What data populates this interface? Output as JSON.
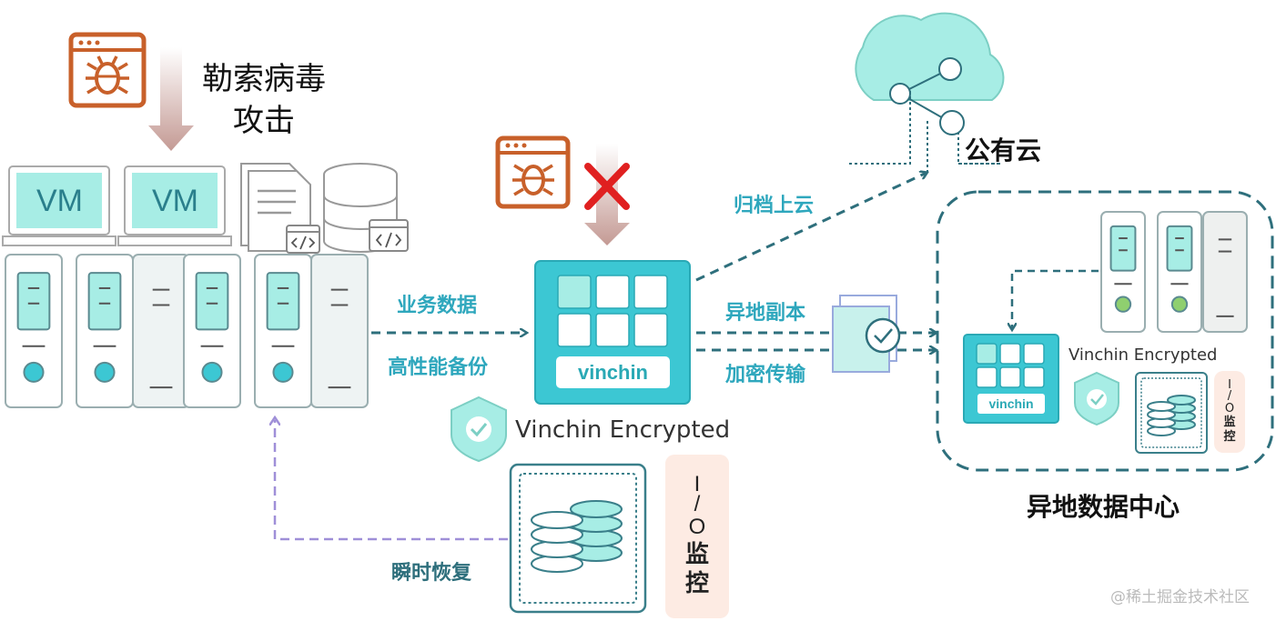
{
  "ransomware": {
    "line1": "勒索病毒",
    "line2": "攻击"
  },
  "vms": [
    {
      "label": "VM"
    },
    {
      "label": "VM"
    }
  ],
  "flows": {
    "business_data": "业务数据",
    "high_perf_backup": "高性能备份",
    "archive_cloud": "归档上云",
    "offsite_copy": "异地副本",
    "encrypted_transfer": "加密传输",
    "instant_restore": "瞬时恢复"
  },
  "public_cloud": "公有云",
  "offsite_dc": "异地数据中心",
  "appliance": {
    "logo": "vinchin"
  },
  "remote_appliance": {
    "logo": "vinchin"
  },
  "encrypted": "Vinchin Encrypted",
  "remote_encrypted": "Vinchin Encrypted",
  "io_monitor": {
    "io": [
      "I",
      "/",
      "O"
    ],
    "monitor": [
      "监",
      "控"
    ]
  },
  "remote_io_monitor": {
    "io": [
      "I",
      "/",
      "O"
    ],
    "monitor": [
      "监",
      "控"
    ]
  },
  "watermark": "@稀土掘金技术社区",
  "colors": {
    "teal": "#3cc7d3",
    "teal_light": "#a7ede5",
    "dark_line": "#2e6f7c",
    "purple_line": "#9f8fd8",
    "bug_orange": "#c8602a",
    "red_x": "#e02020",
    "io_bg": "#fdebe3"
  }
}
